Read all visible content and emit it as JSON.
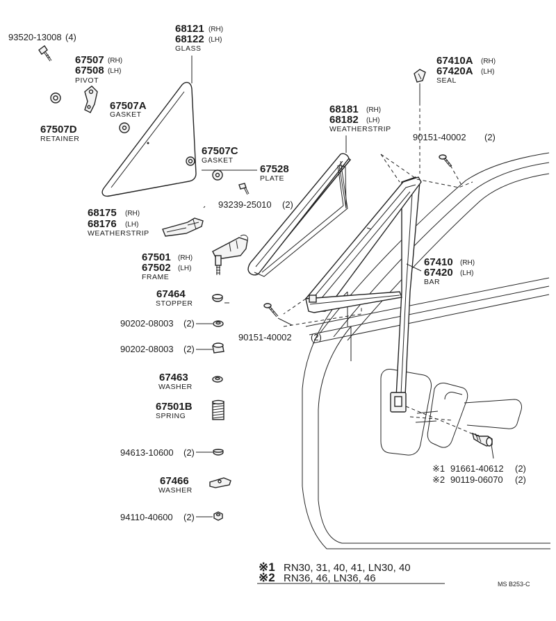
{
  "parts": {
    "screw_93520": {
      "pn": "93520-13008",
      "qty": "(4)"
    },
    "pivot": {
      "pn_rh": "67507",
      "side_rh": "(RH)",
      "pn_lh": "67508",
      "side_lh": "(LH)",
      "desc": "PIVOT"
    },
    "gasket_67507a": {
      "pn": "67507A",
      "desc": "GASKET"
    },
    "retainer": {
      "pn": "67507D",
      "desc": "RETAINER"
    },
    "glass": {
      "pn_rh": "68121",
      "side_rh": "(RH)",
      "pn_lh": "68122",
      "side_lh": "(LH)",
      "desc": "GLASS"
    },
    "gasket_67507c": {
      "pn": "67507C",
      "desc": "GASKET"
    },
    "plate": {
      "pn": "67528",
      "desc": "PLATE"
    },
    "screw_93239": {
      "pn": "93239-25010",
      "qty": "(2)"
    },
    "weatherstrip_68175": {
      "pn_rh": "68175",
      "side_rh": "(RH)",
      "pn_lh": "68176",
      "side_lh": "(LH)",
      "desc": "WEATHERSTRIP"
    },
    "frame": {
      "pn_rh": "67501",
      "side_rh": "(RH)",
      "pn_lh": "67502",
      "side_lh": "(LH)",
      "desc": "FRAME"
    },
    "stopper": {
      "pn": "67464",
      "desc": "STOPPER"
    },
    "part_90202_a": {
      "pn": "90202-08003",
      "qty": "(2)"
    },
    "part_90202_b": {
      "pn": "90202-08003",
      "qty": "(2)"
    },
    "washer_67463": {
      "pn": "67463",
      "desc": "WASHER"
    },
    "spring": {
      "pn": "67501B",
      "desc": "SPRING"
    },
    "part_94613": {
      "pn": "94613-10600",
      "qty": "(2)"
    },
    "washer_67466": {
      "pn": "67466",
      "desc": "WASHER"
    },
    "nut_94110": {
      "pn": "94110-40600",
      "qty": "(2)"
    },
    "weatherstrip_68181": {
      "pn_rh": "68181",
      "side_rh": "(RH)",
      "pn_lh": "68182",
      "side_lh": "(LH)",
      "desc": "WEATHERSTRIP"
    },
    "seal": {
      "pn_rh": "67410A",
      "side_rh": "(RH)",
      "pn_lh": "67420A",
      "side_lh": "(LH)",
      "desc": "SEAL"
    },
    "screw_90151_top": {
      "pn": "90151-40002",
      "qty": "(2)"
    },
    "bar": {
      "pn_rh": "67410",
      "side_rh": "(RH)",
      "pn_lh": "67420",
      "side_lh": "(LH)",
      "desc": "BAR"
    },
    "screw_90151_mid": {
      "pn": "90151-40002",
      "qty": "(2)"
    },
    "bolt_alt": {
      "mark1": "※1",
      "pn1": "91661-40612",
      "qty1": "(2)",
      "mark2": "※2",
      "pn2": "90119-06070",
      "qty2": "(2)"
    }
  },
  "notes": {
    "note1_mark": "※1",
    "note1_text": "RN30, 31, 40, 41, LN30, 40",
    "note2_mark": "※2",
    "note2_text": "RN36, 46, LN36, 46"
  },
  "drawing_code": "MS B253-C"
}
